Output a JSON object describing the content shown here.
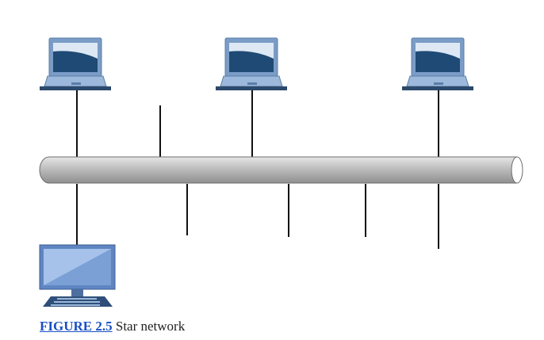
{
  "figure": {
    "link_label": "FIGURE 2.5",
    "title": "Star network"
  },
  "colors": {
    "laptop_frame": "#7a9cc6",
    "laptop_screen": "#1f4a75",
    "laptop_base": "#2b4a6c",
    "monitor_frame": "#5f86c2",
    "monitor_screen": "#a6c2ea",
    "keyboard": "#2f4f7a",
    "bus": "#c8c8c8",
    "line": "#111111",
    "link": "#1a4fc4"
  },
  "icons": [
    "laptop-icon",
    "desktop-computer-icon",
    "network-bus-cable"
  ]
}
